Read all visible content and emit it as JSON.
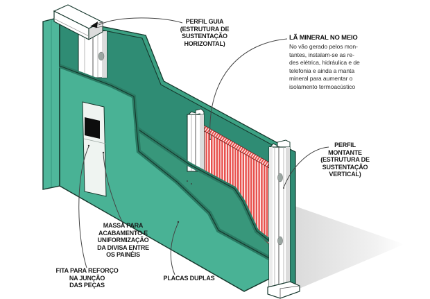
{
  "figure": {
    "type": "construction-cutaway-diagram",
    "subject": "drywall partition system (steel frame + gypsum boards + mineral wool)",
    "background": "#ffffff",
    "labels": {
      "perfil_guia": "PERFIL GUIA\n(ESTRUTURA DE\nSUSTENTAÇÃO\nHORIZONTAL)",
      "la_mineral_title": "LÃ MINERAL NO MEIO",
      "la_mineral_body": "No vão gerado pelos mon-\ntantes, instalam-se as re-\ndes elétrica, hidráulica e de\ntelefonia e ainda a manta\nmineral para aumentar o\nisolamento termoacústico",
      "perfil_montante": "PERFIL\nMONTANTE\n(ESTRUTURA DE\nSUSTENTAÇÃO\nVERTICAL)",
      "massa": "MASSA PARA\nACABAMENTO E\nUNIFORMIZAÇÃO\nDA DIVISA ENTRE\nOS PAINÉIS",
      "fita": "FITA PARA REFORÇO\nNA JUNÇÃO\nDAS PEÇAS",
      "placas": "PLACAS DUPLAS"
    },
    "colors": {
      "bg": "#ffffff",
      "wall_dark": "#2F8C74",
      "wall_mid": "#38977B",
      "wall_front": "#49B295",
      "strip_left": "#4FB79B",
      "bevel": "#27735D",
      "bevel_top": "#3CA183",
      "outline": "#16382D",
      "metal": "#FFFFFF",
      "metal_shade": "#DCDCDC",
      "wool_red": "#E8504C",
      "joint_strip": "#EFF4F1",
      "outlet_box": "#0D0D0D",
      "shadow": "#DEDEDE",
      "leader": "#444444",
      "label_text": "#1a1a1a"
    }
  }
}
